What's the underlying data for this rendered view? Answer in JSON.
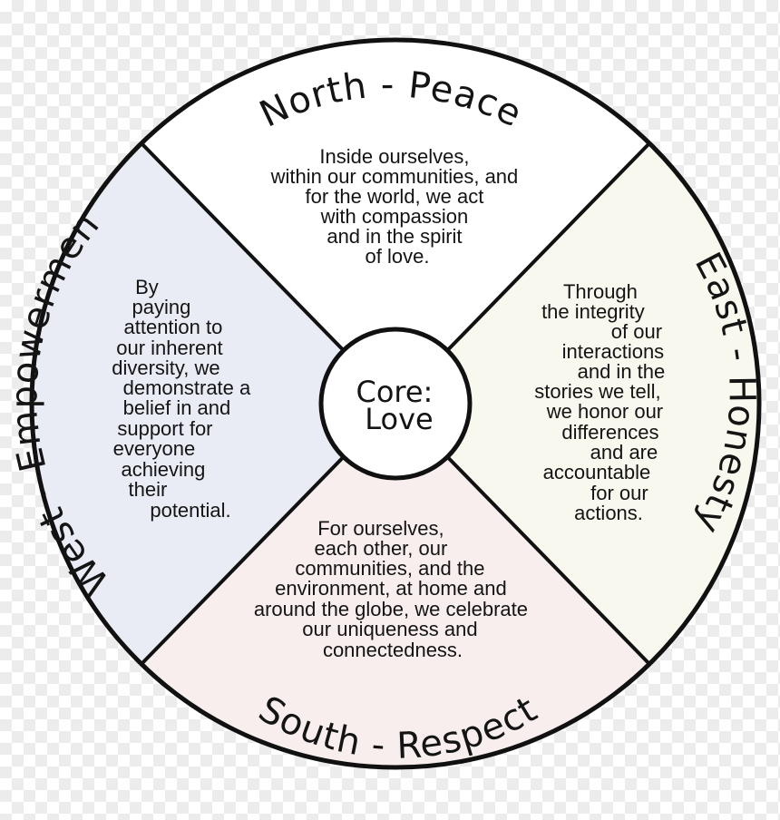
{
  "colors": {
    "north": "#ffffff",
    "east": "#f9f8ee",
    "south": "#f8eeee",
    "west": "#e9ecf5",
    "outline": "#111111"
  },
  "north": {
    "title": "North - Peace",
    "lines": [
      "Inside ourselves,",
      "within our communities, and",
      "for the  world, we act",
      "with compassion",
      "and in the spirit",
      "of love."
    ]
  },
  "east": {
    "title": "East - Honesty",
    "lines": [
      "Through",
      "the integrity",
      "of our",
      "interactions",
      "and in the",
      "stories we tell,",
      "we honor our",
      "differences",
      "and are",
      "accountable",
      "for our",
      "actions."
    ]
  },
  "south": {
    "title": "South - Respect",
    "lines": [
      "For ourselves,",
      "each other, our",
      "communities, and the",
      "environment, at home and",
      "around the globe, we celebrate",
      "our uniqueness and",
      "connectedness."
    ]
  },
  "west": {
    "title": "West - Empowerment",
    "lines": [
      "By",
      "paying",
      "attention to",
      "our inherent",
      "diversity, we",
      "demonstrate a",
      "belief in and",
      "support for",
      "everyone",
      "achieving",
      "their",
      "potential."
    ]
  },
  "core": {
    "lines": [
      "Core:",
      "Love"
    ]
  }
}
